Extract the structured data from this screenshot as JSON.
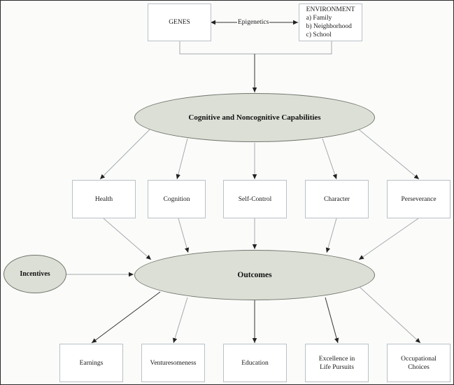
{
  "top": {
    "genes": "GENES",
    "epigenetics": "Epigenetics",
    "environment": {
      "title": "ENVIRONMENT",
      "items": [
        "a) Family",
        "b) Neighborhood",
        "c) School"
      ]
    }
  },
  "capabilities": "Cognitive and Noncognitive Capabilities",
  "traits": [
    "Health",
    "Cognition",
    "Self-Control",
    "Character",
    "Perseverance"
  ],
  "incentives": "Incentives",
  "outcomes": "Outcomes",
  "results": [
    [
      "Earnings"
    ],
    [
      "Venturesomeness"
    ],
    [
      "Education"
    ],
    [
      "Excellence in",
      "Life Pursuits"
    ],
    [
      "Occupational",
      "Choices"
    ]
  ],
  "colors": {
    "ellipse_fill": "#dcdfd6",
    "ellipse_stroke": "#6f7569",
    "box_stroke": "#b9c1c6",
    "connector": "#a4aaad",
    "arrow_dark": "#333333"
  }
}
